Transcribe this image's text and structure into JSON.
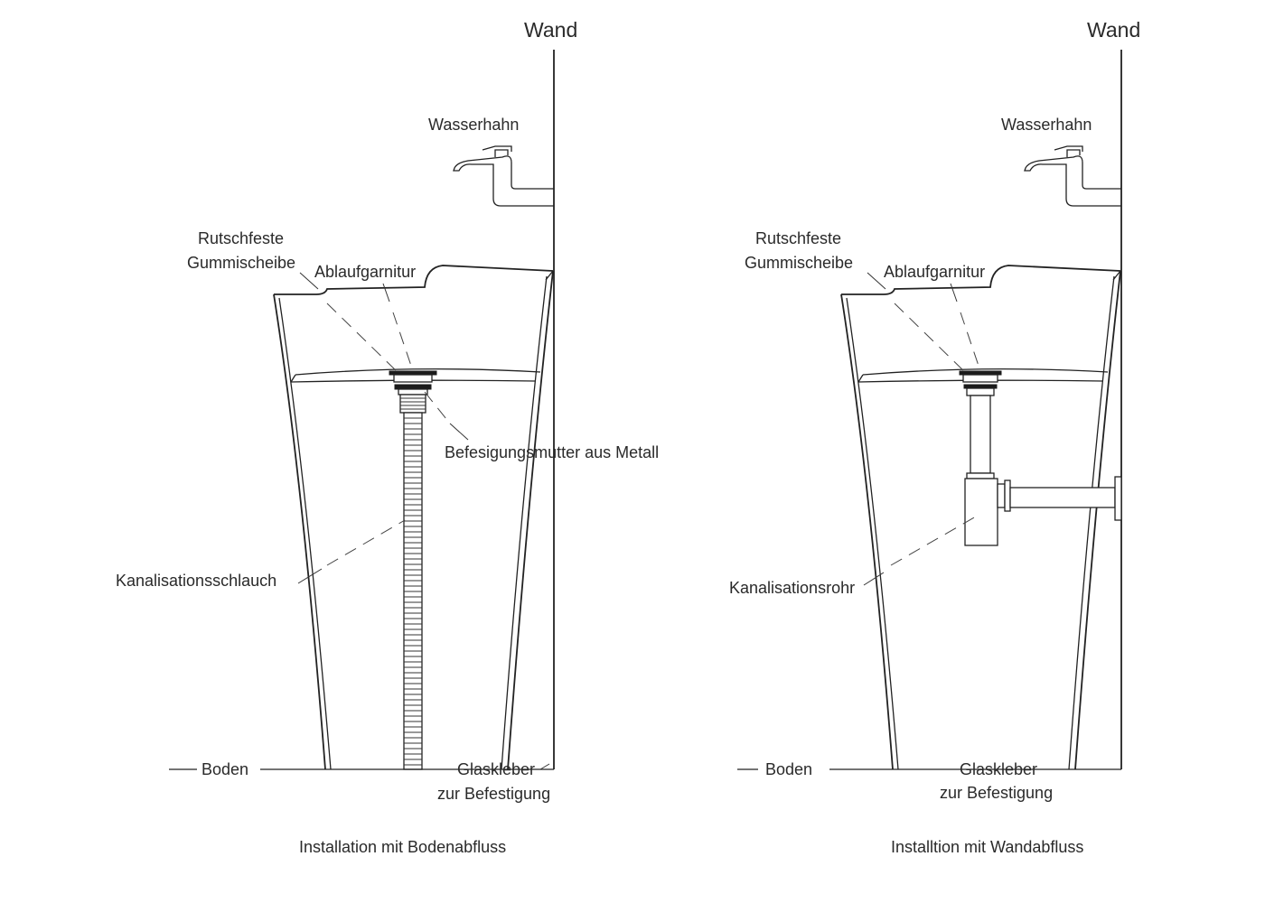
{
  "left": {
    "wall_label": "Wand",
    "faucet_label": "Wasserhahn",
    "gasket_label_line1": "Rutschfeste",
    "gasket_label_line2": "Gummischeibe",
    "drain_label": "Ablaufgarnitur",
    "nut_label": "Befesigungsmutter aus Metall",
    "hose_label": "Kanalisationsschlauch",
    "floor_label": "Boden",
    "glue_label_line1": "Glaskleber",
    "glue_label_line2": "zur Befestigung",
    "caption": "Installation mit Bodenabfluss"
  },
  "right": {
    "wall_label": "Wand",
    "faucet_label": "Wasserhahn",
    "gasket_label_line1": "Rutschfeste",
    "gasket_label_line2": "Gummischeibe",
    "drain_label": "Ablaufgarnitur",
    "pipe_label": "Kanalisationsrohr",
    "floor_label": "Boden",
    "glue_label_line1": "Glaskleber",
    "glue_label_line2": "zur Befestigung",
    "caption": "Installtion mit Wandabfluss"
  }
}
